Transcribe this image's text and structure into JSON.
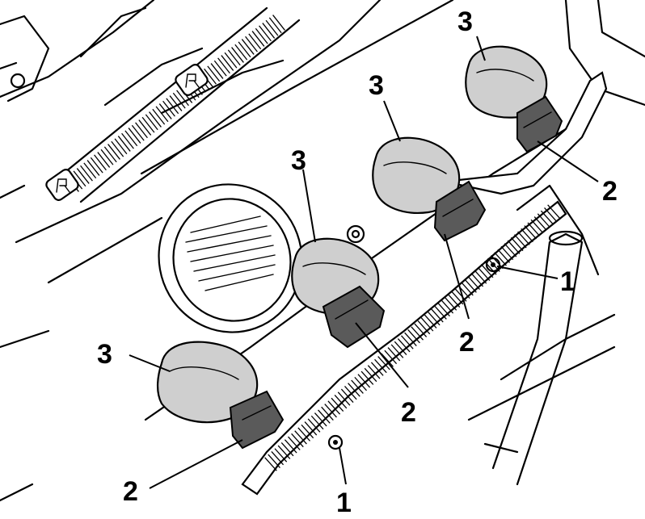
{
  "diagram": {
    "colors": {
      "background": "#ffffff",
      "line": "#000000",
      "coil_fill": "#cfcfcf",
      "connector_fill": "#5a5a5a"
    },
    "callouts": [
      {
        "id": "coil-1",
        "label": "3"
      },
      {
        "id": "coil-2",
        "label": "3"
      },
      {
        "id": "coil-3",
        "label": "3"
      },
      {
        "id": "coil-4",
        "label": "3"
      },
      {
        "id": "plug-1",
        "label": "2"
      },
      {
        "id": "plug-2",
        "label": "2"
      },
      {
        "id": "plug-3",
        "label": "2"
      },
      {
        "id": "plug-4",
        "label": "2"
      },
      {
        "id": "bolt-1",
        "label": "1"
      },
      {
        "id": "bolt-2",
        "label": "1"
      }
    ]
  }
}
